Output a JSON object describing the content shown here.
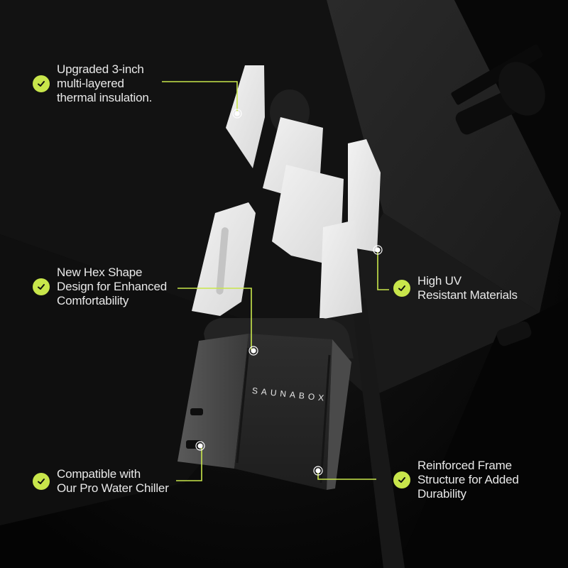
{
  "product": {
    "brand_label": "SAUNABOX"
  },
  "accent_color": "#c8e64b",
  "features": [
    {
      "id": "insulation",
      "icon": "check-circle-icon",
      "lines": [
        "Upgraded 3-inch",
        "multi-layered",
        "thermal insulation."
      ]
    },
    {
      "id": "hex-shape",
      "icon": "check-circle-icon",
      "lines": [
        "New Hex Shape",
        "Design for Enhanced",
        "Comfortability"
      ]
    },
    {
      "id": "uv-resistant",
      "icon": "check-circle-icon",
      "lines": [
        "High UV",
        "Resistant Materials"
      ]
    },
    {
      "id": "water-chiller",
      "icon": "check-circle-icon",
      "lines": [
        "Compatible with",
        "Our Pro Water Chiller"
      ]
    },
    {
      "id": "reinforced-frame",
      "icon": "check-circle-icon",
      "lines": [
        "Reinforced Frame",
        "Structure for Added",
        "Durability"
      ]
    }
  ]
}
